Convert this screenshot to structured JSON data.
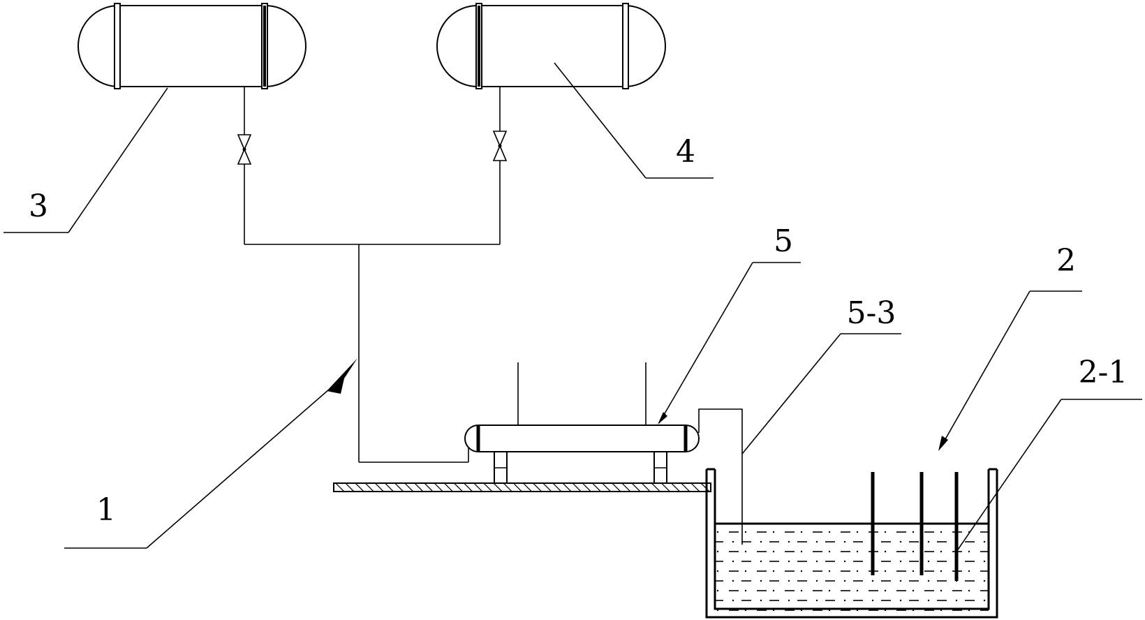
{
  "labels": {
    "pipeline": "1",
    "tank": "2",
    "electrode": "2-1",
    "vessel_left": "3",
    "vessel_right": "4",
    "heat_exchanger": "5",
    "outlet_pipe": "5-3"
  },
  "colors": {
    "line": "#000000",
    "background": "#ffffff"
  }
}
